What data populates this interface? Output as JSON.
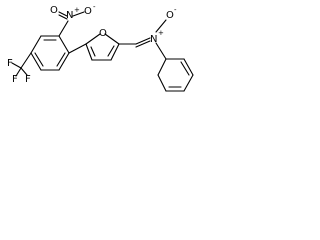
{
  "structure": {
    "labels": {
      "nitro_n": "N",
      "nitro_plus": "+",
      "nitro_o_top": "O",
      "nitro_o_minus": "-",
      "nitro_o_left": "O",
      "trifluoromethyl": "F",
      "furan_o": "O",
      "nitrone_n": "N",
      "nitrone_plus": "+",
      "nitrone_o": "O",
      "nitrone_o_minus": "-"
    }
  }
}
